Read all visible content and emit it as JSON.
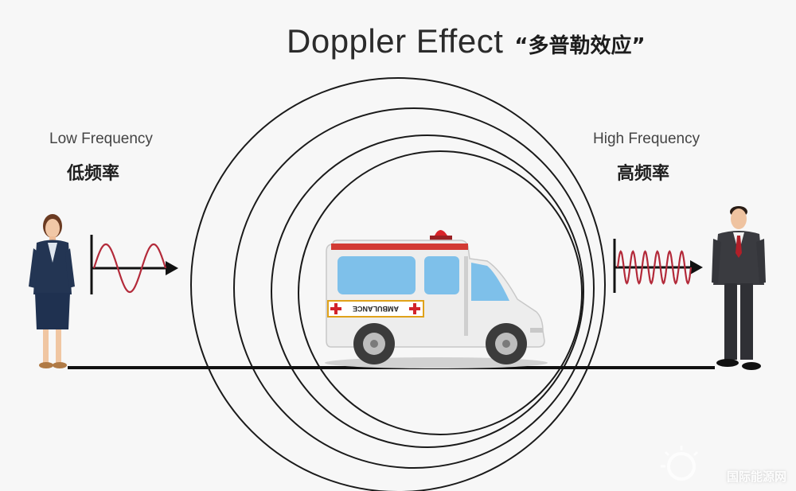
{
  "title": {
    "english": "Doppler Effect",
    "chinese": "“多普勒效应”"
  },
  "left_observer": {
    "frequency_label": "Low Frequency",
    "frequency_label_cn": "低频率"
  },
  "right_observer": {
    "frequency_label": "High Frequency",
    "frequency_label_cn": "高频率"
  },
  "vehicle": {
    "side_text": "AMBULANCE"
  },
  "watermark": {
    "text": "国际能源网"
  },
  "colors": {
    "wave": "#b32a3a",
    "ambulance_stripe": "#d23a34",
    "siren": "#d8232a",
    "window": "#7ec0ea"
  }
}
